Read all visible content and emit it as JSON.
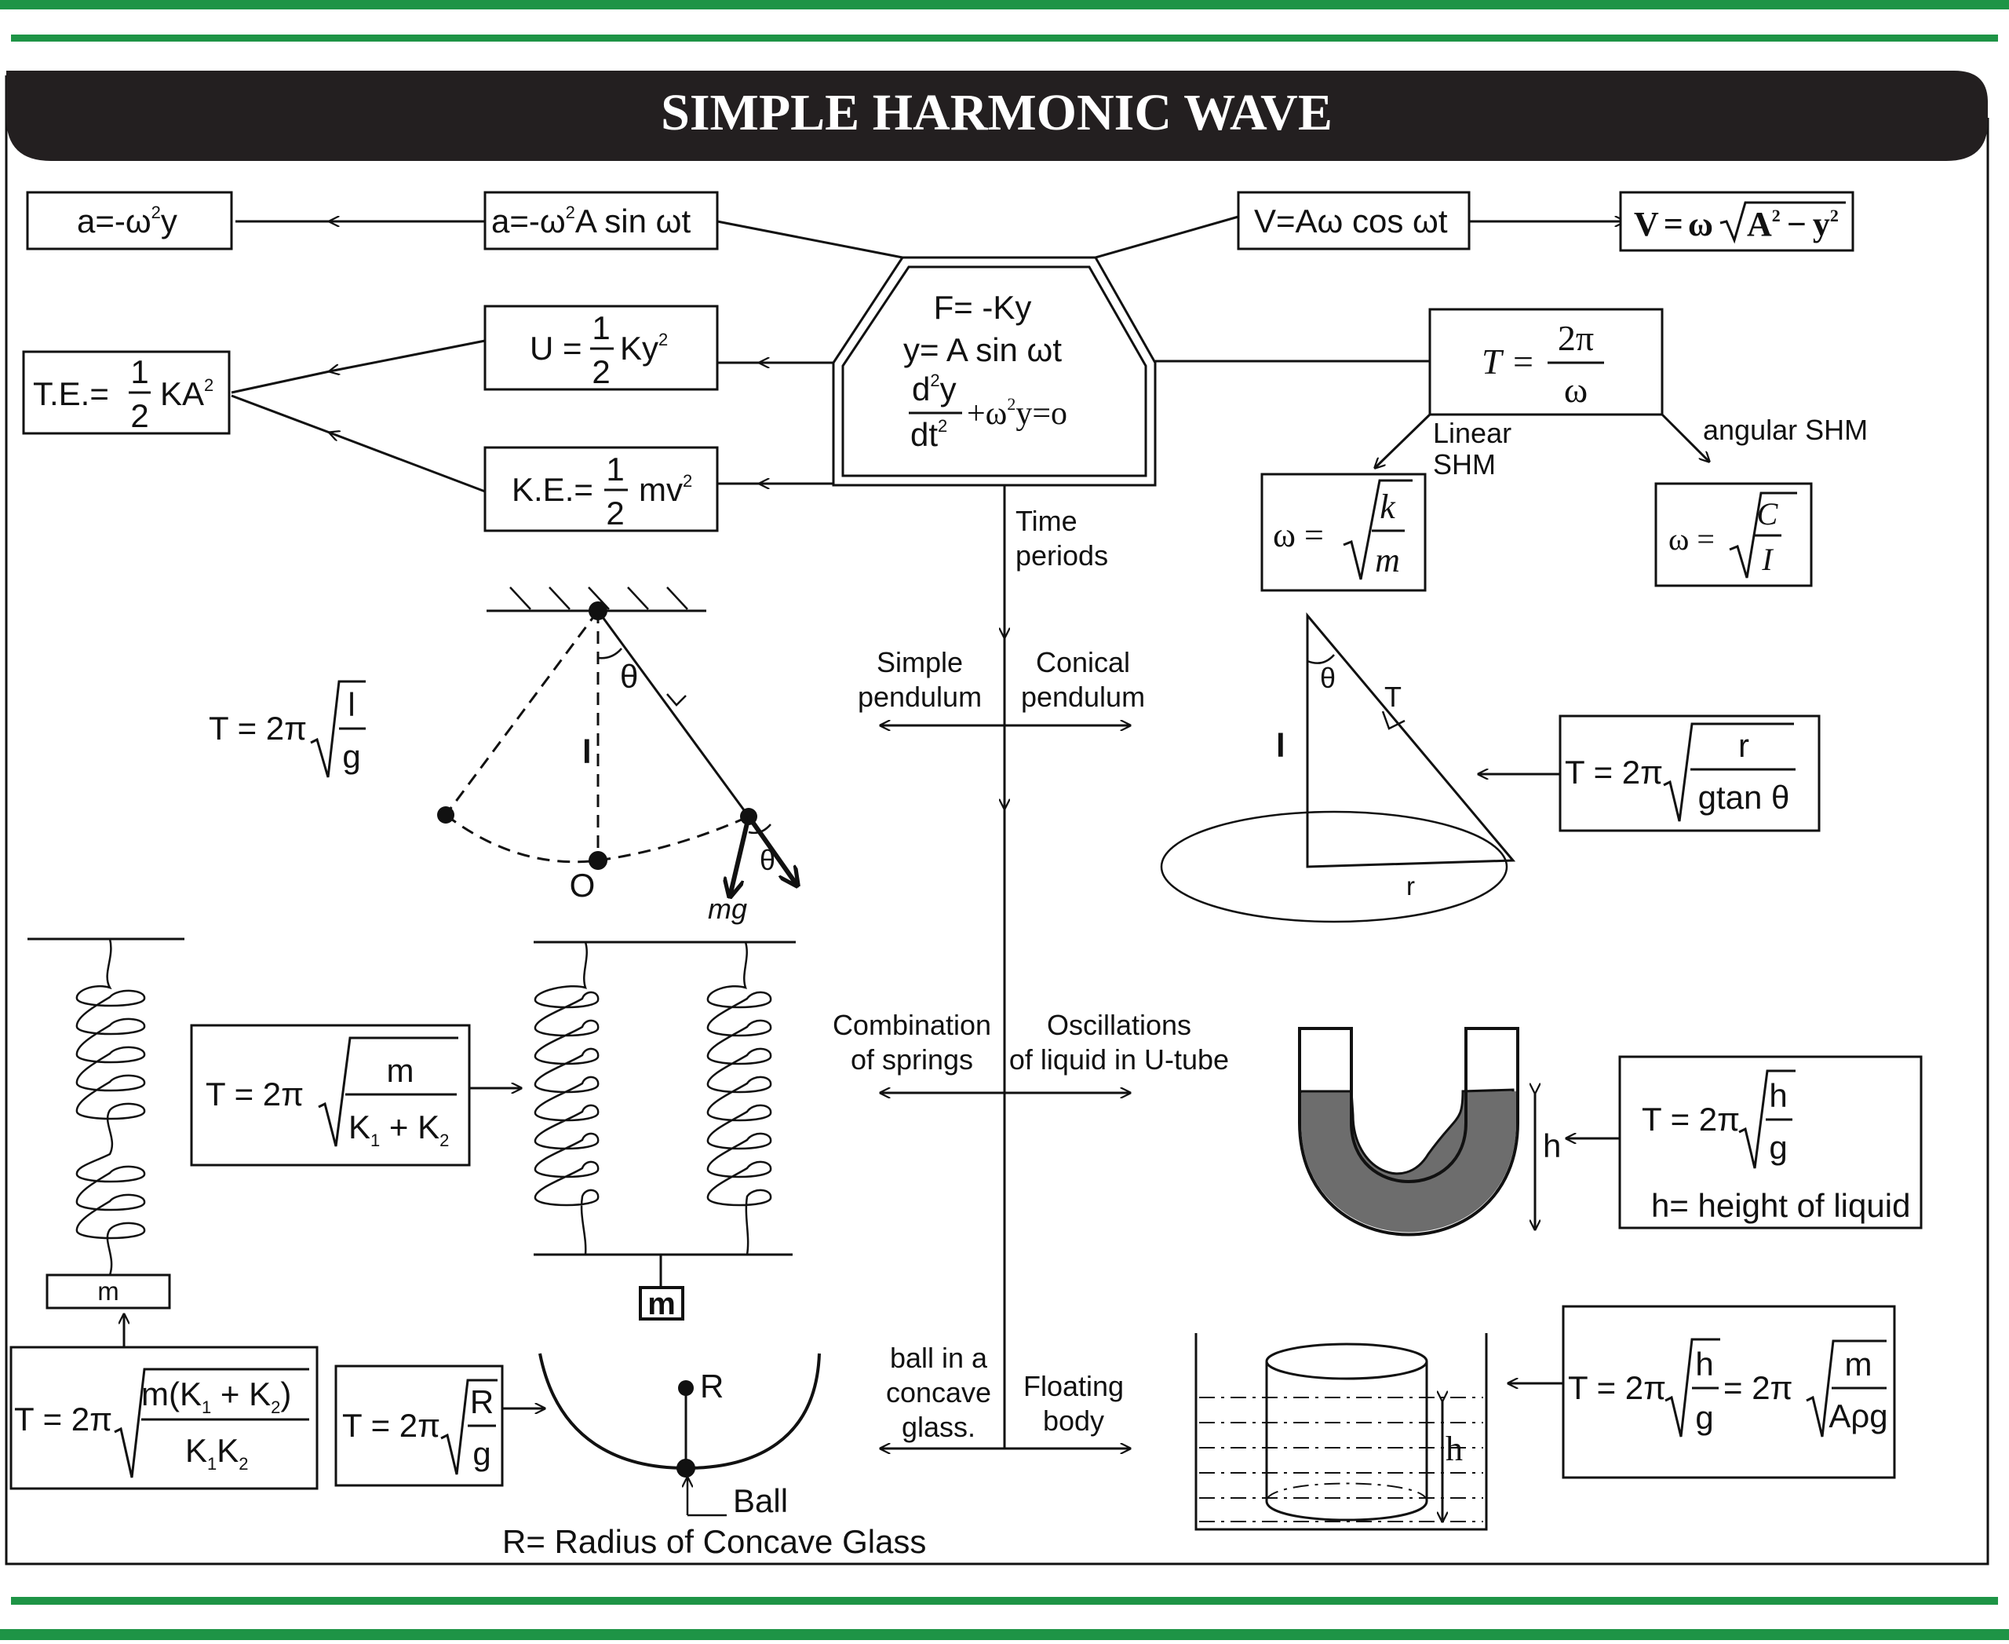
{
  "title": "SIMPLE HARMONIC WAVE",
  "colors": {
    "band": "#1e9446",
    "header": "#231f20",
    "liquid": "#6d6d6d"
  },
  "center": {
    "line1": "F= -Ky",
    "line2": "y= A sin ωt",
    "num": "d",
    "num_sup": "2",
    "num_y": "y",
    "den": "dt",
    "den_sup": "2",
    "rhs": "+ω",
    "rhs_sup": "2",
    "rhs_end": "y=o"
  },
  "top": {
    "acc_simple": {
      "a": "a=-ω",
      "sup": "2",
      "b": "y"
    },
    "acc": {
      "a": "a=-ω",
      "sup": "2",
      "b": "A sin ωt"
    },
    "vel": "V=Aω cos ωt",
    "vel_simple": {
      "lhs": "V",
      "eq": "=",
      "w": "ω",
      "a": "A",
      "a_sup": "2",
      "minus": "−",
      "y": "y",
      "y_sup": "2"
    }
  },
  "energy": {
    "pe": {
      "lhs": "U =",
      "num": "1",
      "den": "2",
      "rhs": "Ky",
      "sup": "2"
    },
    "ke": {
      "lhs": "K.E.=",
      "num": "1",
      "den": "2",
      "rhs": "mv",
      "sup": "2"
    },
    "te": {
      "lhs": "T.E.=",
      "num": "1",
      "den": "2",
      "rhs": "KA",
      "sup": "2"
    }
  },
  "period": {
    "lhs": "T",
    "eq": "=",
    "num": "2π",
    "den": "ω"
  },
  "linear": {
    "label1": "Linear",
    "label2": "SHM",
    "lhs": "ω =",
    "num": "k",
    "den": "m"
  },
  "angular": {
    "label": "angular SHM",
    "lhs": "ω =",
    "num": "C",
    "den": "I"
  },
  "axis": {
    "time1": "Time",
    "time2": "periods",
    "simple1": "Simple",
    "simple2": "pendulum",
    "conical1": "Conical",
    "conical2": "pendulum",
    "comb1": "Combination",
    "comb2": "of springs",
    "osc1": "Oscillations",
    "osc2": "of liquid in U-tube",
    "ball1": "ball in a",
    "ball2": "concave",
    "ball3": "glass.",
    "float1": "Floating",
    "float2": "body"
  },
  "simple_pendulum": {
    "formula": {
      "lhs": "T = 2π",
      "num": "l",
      "den": "g"
    },
    "theta": "θ",
    "l": "l",
    "o": "O",
    "mg": "mg"
  },
  "conical_pendulum": {
    "formula": {
      "lhs": "T = 2π",
      "num": "r",
      "den": "gtan θ"
    },
    "theta": "θ",
    "t": "T",
    "l": "l",
    "r": "r"
  },
  "springs_series": {
    "formula": {
      "lhs": "T = 2π",
      "num": "m",
      "k1": "K",
      "s1": "1",
      "plus": " + ",
      "k2": "K",
      "s2": "2"
    },
    "mass": "m"
  },
  "springs_parallel": {
    "mass": "m"
  },
  "springs_combined": {
    "lhs": "T = 2π",
    "num": "m(K",
    "s1": "1",
    "plus": " + K",
    "s2": "2",
    "close": ")",
    "den1": "K",
    "ds1": "1",
    "den2": "K",
    "ds2": "2"
  },
  "utube": {
    "formula": {
      "lhs": "T = 2π",
      "num": "h",
      "den": "g"
    },
    "note": "h= height of liquid",
    "h": "h"
  },
  "concave": {
    "formula": {
      "lhs": "T = 2π",
      "num": "R",
      "den": "g"
    },
    "r": "R",
    "ball": "Ball",
    "caption": "R= Radius of Concave Glass"
  },
  "floating": {
    "lhs": "T = 2π",
    "num1": "h",
    "den1": "g",
    "mid": "= 2π",
    "num2": "m",
    "den2": "Aρg",
    "h": "h"
  }
}
